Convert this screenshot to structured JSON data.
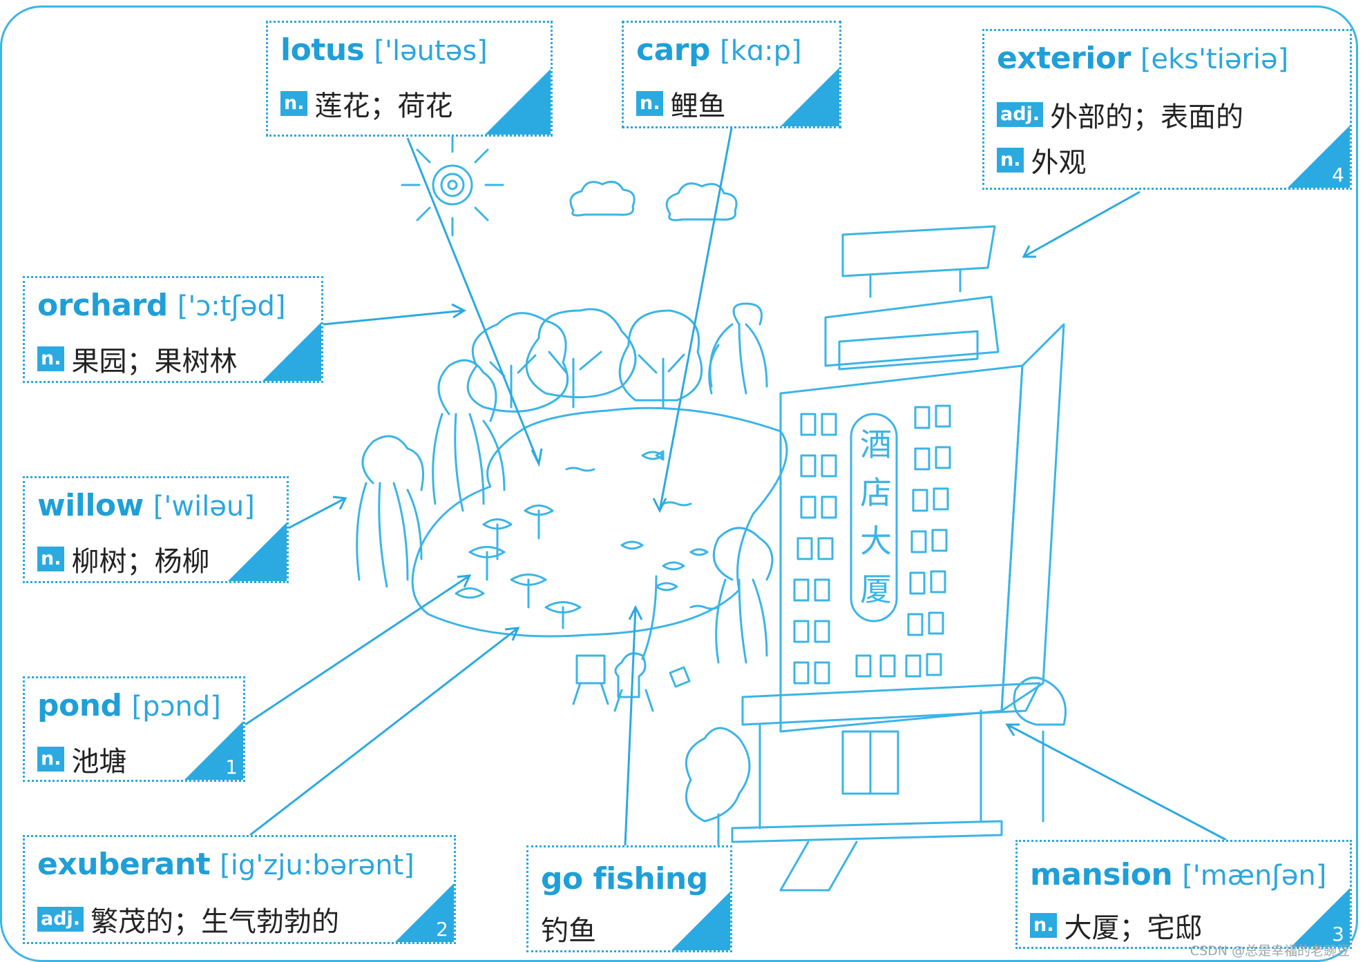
{
  "cards": {
    "lotus": {
      "word": "lotus",
      "ipa": "['ləutəs]",
      "pos": "n.",
      "meaning": "莲花；荷花"
    },
    "carp": {
      "word": "carp",
      "ipa": "[kɑ:p]",
      "pos": "n.",
      "meaning": "鲤鱼"
    },
    "exterior": {
      "word": "exterior",
      "ipa": "[eks'tiəriə]",
      "pos1": "adj.",
      "meaning1": "外部的；表面的",
      "pos2": "n.",
      "meaning2": "外观",
      "number": "4"
    },
    "orchard": {
      "word": "orchard",
      "ipa": "['ɔ:tʃəd]",
      "pos": "n.",
      "meaning": "果园；果树林"
    },
    "willow": {
      "word": "willow",
      "ipa": "['wiləu]",
      "pos": "n.",
      "meaning": "柳树；杨柳"
    },
    "pond": {
      "word": "pond",
      "ipa": "[pɔnd]",
      "pos": "n.",
      "meaning": "池塘",
      "number": "1"
    },
    "exuberant": {
      "word": "exuberant",
      "ipa": "[ig'zju:bərənt]",
      "pos": "adj.",
      "meaning": "繁茂的；生气勃勃的",
      "number": "2"
    },
    "go_fishing": {
      "word": "go fishing",
      "meaning": "钓鱼"
    },
    "mansion": {
      "word": "mansion",
      "ipa": "['mænʃən]",
      "pos": "n.",
      "meaning": "大厦；宅邸",
      "number": "3"
    }
  },
  "building_sign": [
    "酒",
    "店",
    "大",
    "厦"
  ],
  "watermark": "CSDN @总是幸福的老豌豆",
  "colors": {
    "accent": "#2ba9e1",
    "line": "#3bb4e6",
    "text": "#222222"
  }
}
